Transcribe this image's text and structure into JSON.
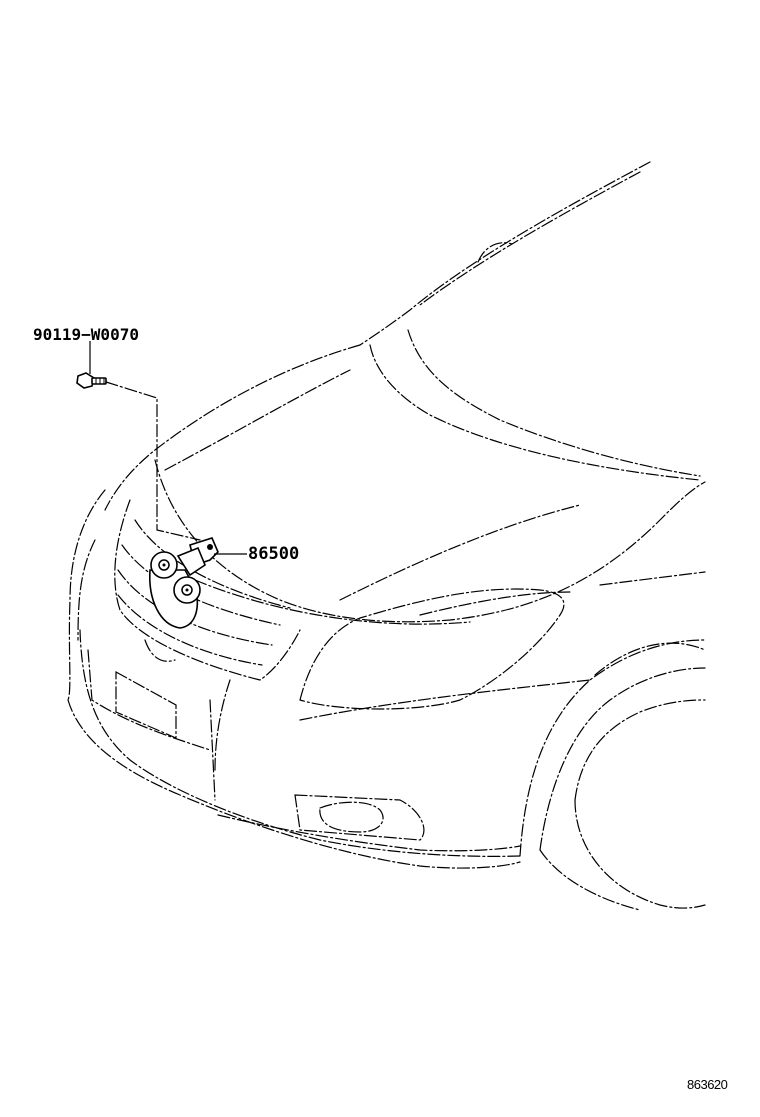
{
  "diagram": {
    "parts": [
      {
        "id": "bolt",
        "part_number": "90119−W0070",
        "icon": "bolt-icon"
      },
      {
        "id": "horn",
        "part_number": "86500",
        "icon": "horn-icon"
      }
    ],
    "figure_number": "863620"
  }
}
